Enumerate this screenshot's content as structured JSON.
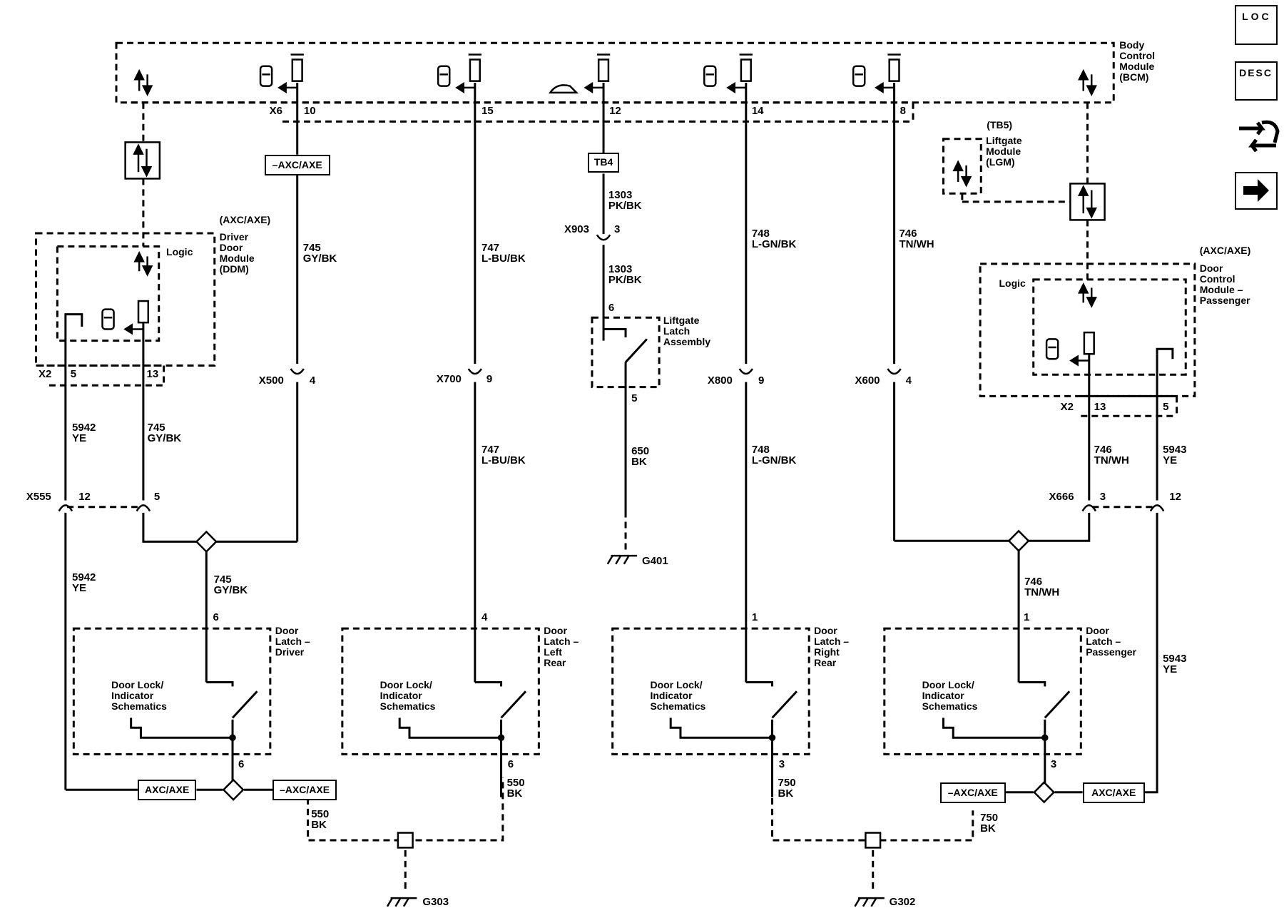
{
  "nav": {
    "loc_label": "LOC",
    "desc_label": "DESC",
    "connector_icon": "connector-view-icon",
    "next_icon": "next-arrow-icon"
  },
  "modules": {
    "bcm": "Body\nControl\nModule\n(BCM)",
    "ddm_option": "(AXC/AXE)",
    "ddm": "Driver\nDoor\nModule\n(DDM)",
    "ddm_logic": "Logic",
    "tb5": "(TB5)",
    "lgm": "Liftgate\nModule\n(LGM)",
    "dcm_option": "(AXC/AXE)",
    "dcm": "Door\nControl\nModule –\nPassenger",
    "dcm_logic": "Logic",
    "liftgate_latch": "Liftgate\nLatch\nAssembly",
    "latch_driver": "Door\nLatch –\nDriver",
    "latch_left_rear": "Door\nLatch –\nLeft\nRear",
    "latch_right_rear": "Door\nLatch –\nRight\nRear",
    "latch_passenger": "Door\nLatch –\nPassenger",
    "lock_schematics": "Door Lock/\nIndicator\nSchematics"
  },
  "option_boxes": {
    "minus_axc_axe": "–AXC/AXE",
    "axc_axe": "AXC/AXE",
    "tb4": "TB4"
  },
  "connectors": {
    "x6": "X6",
    "x2": "X2",
    "x500": "X500",
    "x700": "X700",
    "x903": "X903",
    "x800": "X800",
    "x600": "X600",
    "x555": "X555",
    "x666": "X666"
  },
  "pins": {
    "p10": "10",
    "p15": "15",
    "p12": "12",
    "p14": "14",
    "p8": "8",
    "p5": "5",
    "p13": "13",
    "p4": "4",
    "p9": "9",
    "p3": "3",
    "p6": "6",
    "p1": "1"
  },
  "wires": {
    "w745": "745\nGY/BK",
    "w747": "747\nL-BU/BK",
    "w1303": "1303\nPK/BK",
    "w748": "748\nL-GN/BK",
    "w746": "746\nTN/WH",
    "w5942": "5942\nYE",
    "w650": "650\nBK",
    "w5943": "5943\nYE",
    "w550": "550\nBK",
    "w750": "750\nBK"
  },
  "grounds": {
    "g401": "G401",
    "g303": "G303",
    "g302": "G302"
  }
}
